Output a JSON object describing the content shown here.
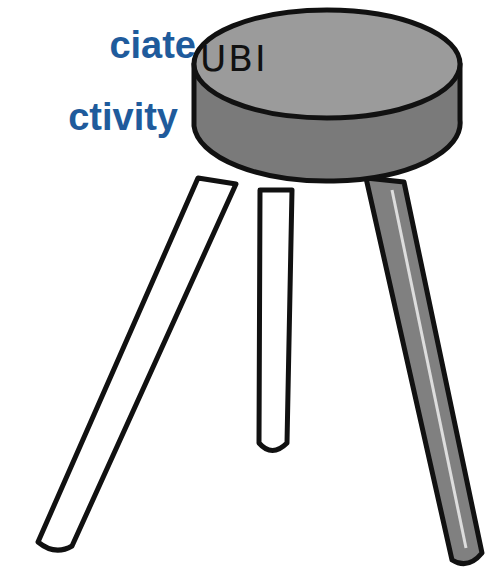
{
  "diagram": {
    "nodes": [
      {
        "text": [
          "UBI"
        ]
      }
    ],
    "labels": [
      "ciate",
      "ctivity"
    ]
  }
}
